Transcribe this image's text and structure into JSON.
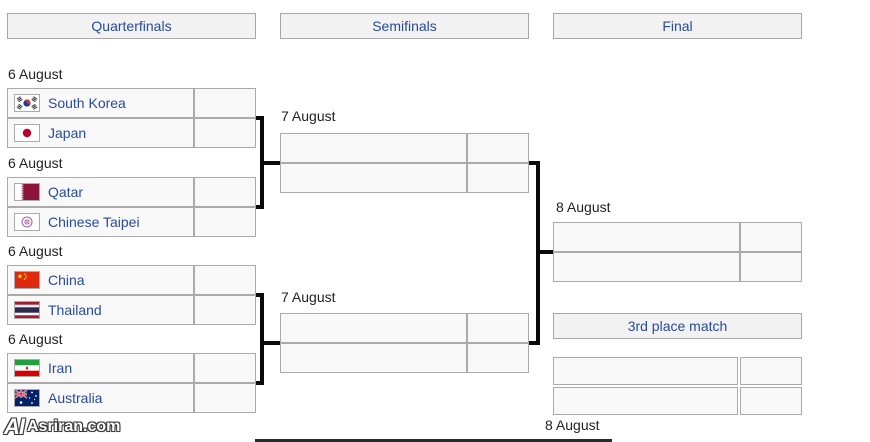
{
  "headers": {
    "quarterfinals": "Quarterfinals",
    "semifinals": "Semifinals",
    "final": "Final"
  },
  "quarterfinals": [
    {
      "date": "6 August",
      "teams": [
        {
          "name": "South Korea",
          "flag": "south-korea",
          "score": ""
        },
        {
          "name": "Japan",
          "flag": "japan",
          "score": ""
        }
      ]
    },
    {
      "date": "6 August",
      "teams": [
        {
          "name": "Qatar",
          "flag": "qatar",
          "score": ""
        },
        {
          "name": "Chinese Taipei",
          "flag": "chinese-taipei",
          "score": ""
        }
      ]
    },
    {
      "date": "6 August",
      "teams": [
        {
          "name": "China",
          "flag": "china",
          "score": ""
        },
        {
          "name": "Thailand",
          "flag": "thailand",
          "score": ""
        }
      ]
    },
    {
      "date": "6 August",
      "teams": [
        {
          "name": "Iran",
          "flag": "iran",
          "score": ""
        },
        {
          "name": "Australia",
          "flag": "australia",
          "score": ""
        }
      ]
    }
  ],
  "semifinals": [
    {
      "date": "7 August",
      "teams": [
        {
          "name": "",
          "score": ""
        },
        {
          "name": "",
          "score": ""
        }
      ]
    },
    {
      "date": "7 August",
      "teams": [
        {
          "name": "",
          "score": ""
        },
        {
          "name": "",
          "score": ""
        }
      ]
    }
  ],
  "final": {
    "date": "8 August",
    "teams": [
      {
        "name": "",
        "score": ""
      },
      {
        "name": "",
        "score": ""
      }
    ]
  },
  "third_place": {
    "label": "3rd place match",
    "date": "8 August",
    "teams": [
      {
        "name": "",
        "score": ""
      },
      {
        "name": "",
        "score": ""
      }
    ]
  },
  "watermark": {
    "logo_text": "AI",
    "site_text": "Asriran.com"
  },
  "colors": {
    "link_blue": "#284b9b",
    "cell_background": "#f8f8f8",
    "header_background": "#f2f2f2",
    "border": "#aaaaaa",
    "connector": "#0a0a0a"
  }
}
